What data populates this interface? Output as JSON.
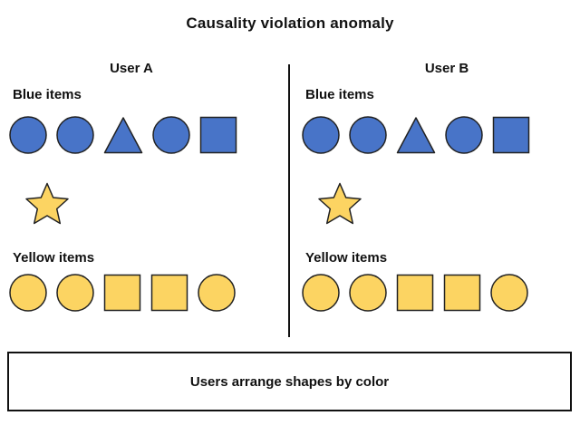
{
  "title": "Causality violation anomaly",
  "caption": "Users arrange shapes by color",
  "colors": {
    "blue_fill": "#4874C8",
    "yellow_fill": "#FCD462",
    "shape_stroke": "#222222",
    "text": "#111111",
    "divider": "#111111"
  },
  "panels": [
    {
      "name": "User A",
      "blue_label": "Blue items",
      "yellow_label": "Yellow items",
      "blue_shapes": [
        "circle",
        "circle",
        "triangle",
        "circle",
        "square"
      ],
      "middle_shape": "star",
      "yellow_shapes": [
        "circle",
        "circle",
        "square",
        "square",
        "circle"
      ]
    },
    {
      "name": "User B",
      "blue_label": "Blue items",
      "yellow_label": "Yellow items",
      "blue_shapes": [
        "circle",
        "circle",
        "triangle",
        "circle",
        "square"
      ],
      "middle_shape": "star",
      "yellow_shapes": [
        "circle",
        "circle",
        "square",
        "square",
        "circle"
      ]
    }
  ]
}
